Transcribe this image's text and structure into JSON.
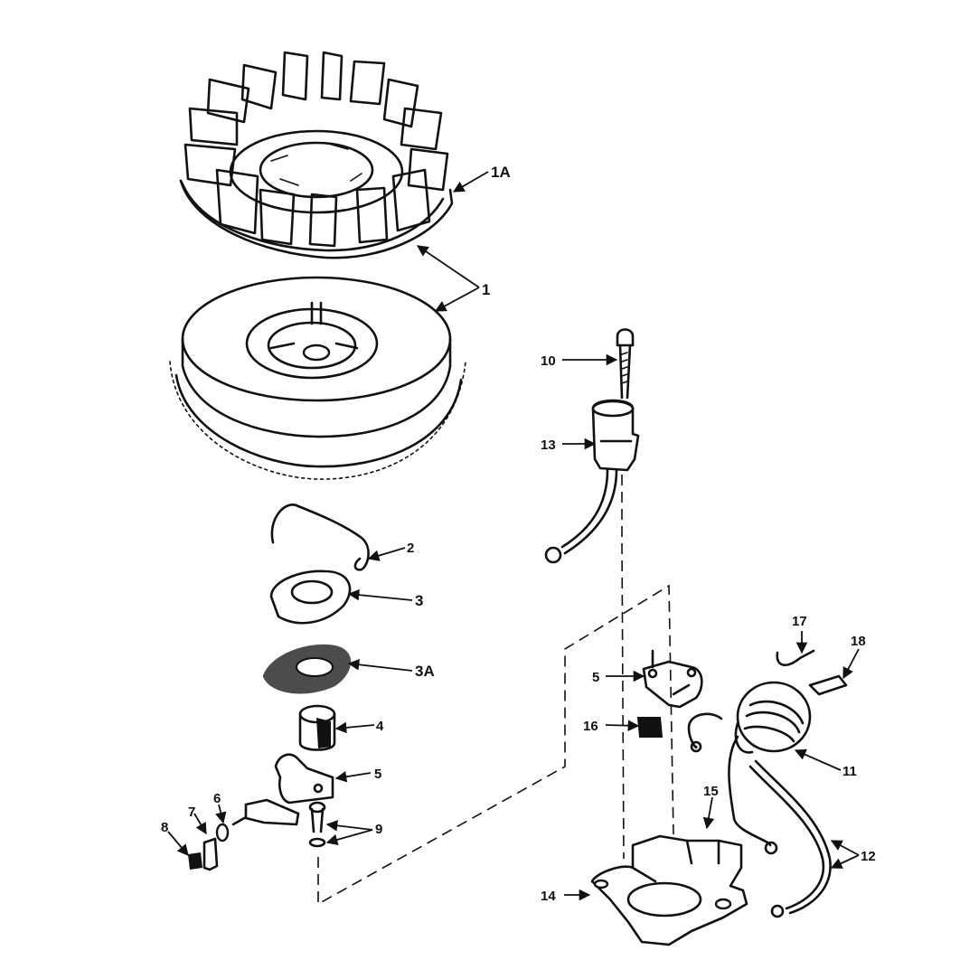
{
  "diagram": {
    "callouts": {
      "c1A": "1A",
      "c1": "1",
      "c2": "2",
      "c3": "3",
      "c3A": "3A",
      "c4": "4",
      "c5a": "5",
      "c5b": "5",
      "c6": "6",
      "c7": "7",
      "c8": "8",
      "c9": "9",
      "c10": "10",
      "c11": "11",
      "c12": "12",
      "c13": "13",
      "c14": "14",
      "c15": "15",
      "c16": "16",
      "c17": "17",
      "c18": "18"
    }
  }
}
